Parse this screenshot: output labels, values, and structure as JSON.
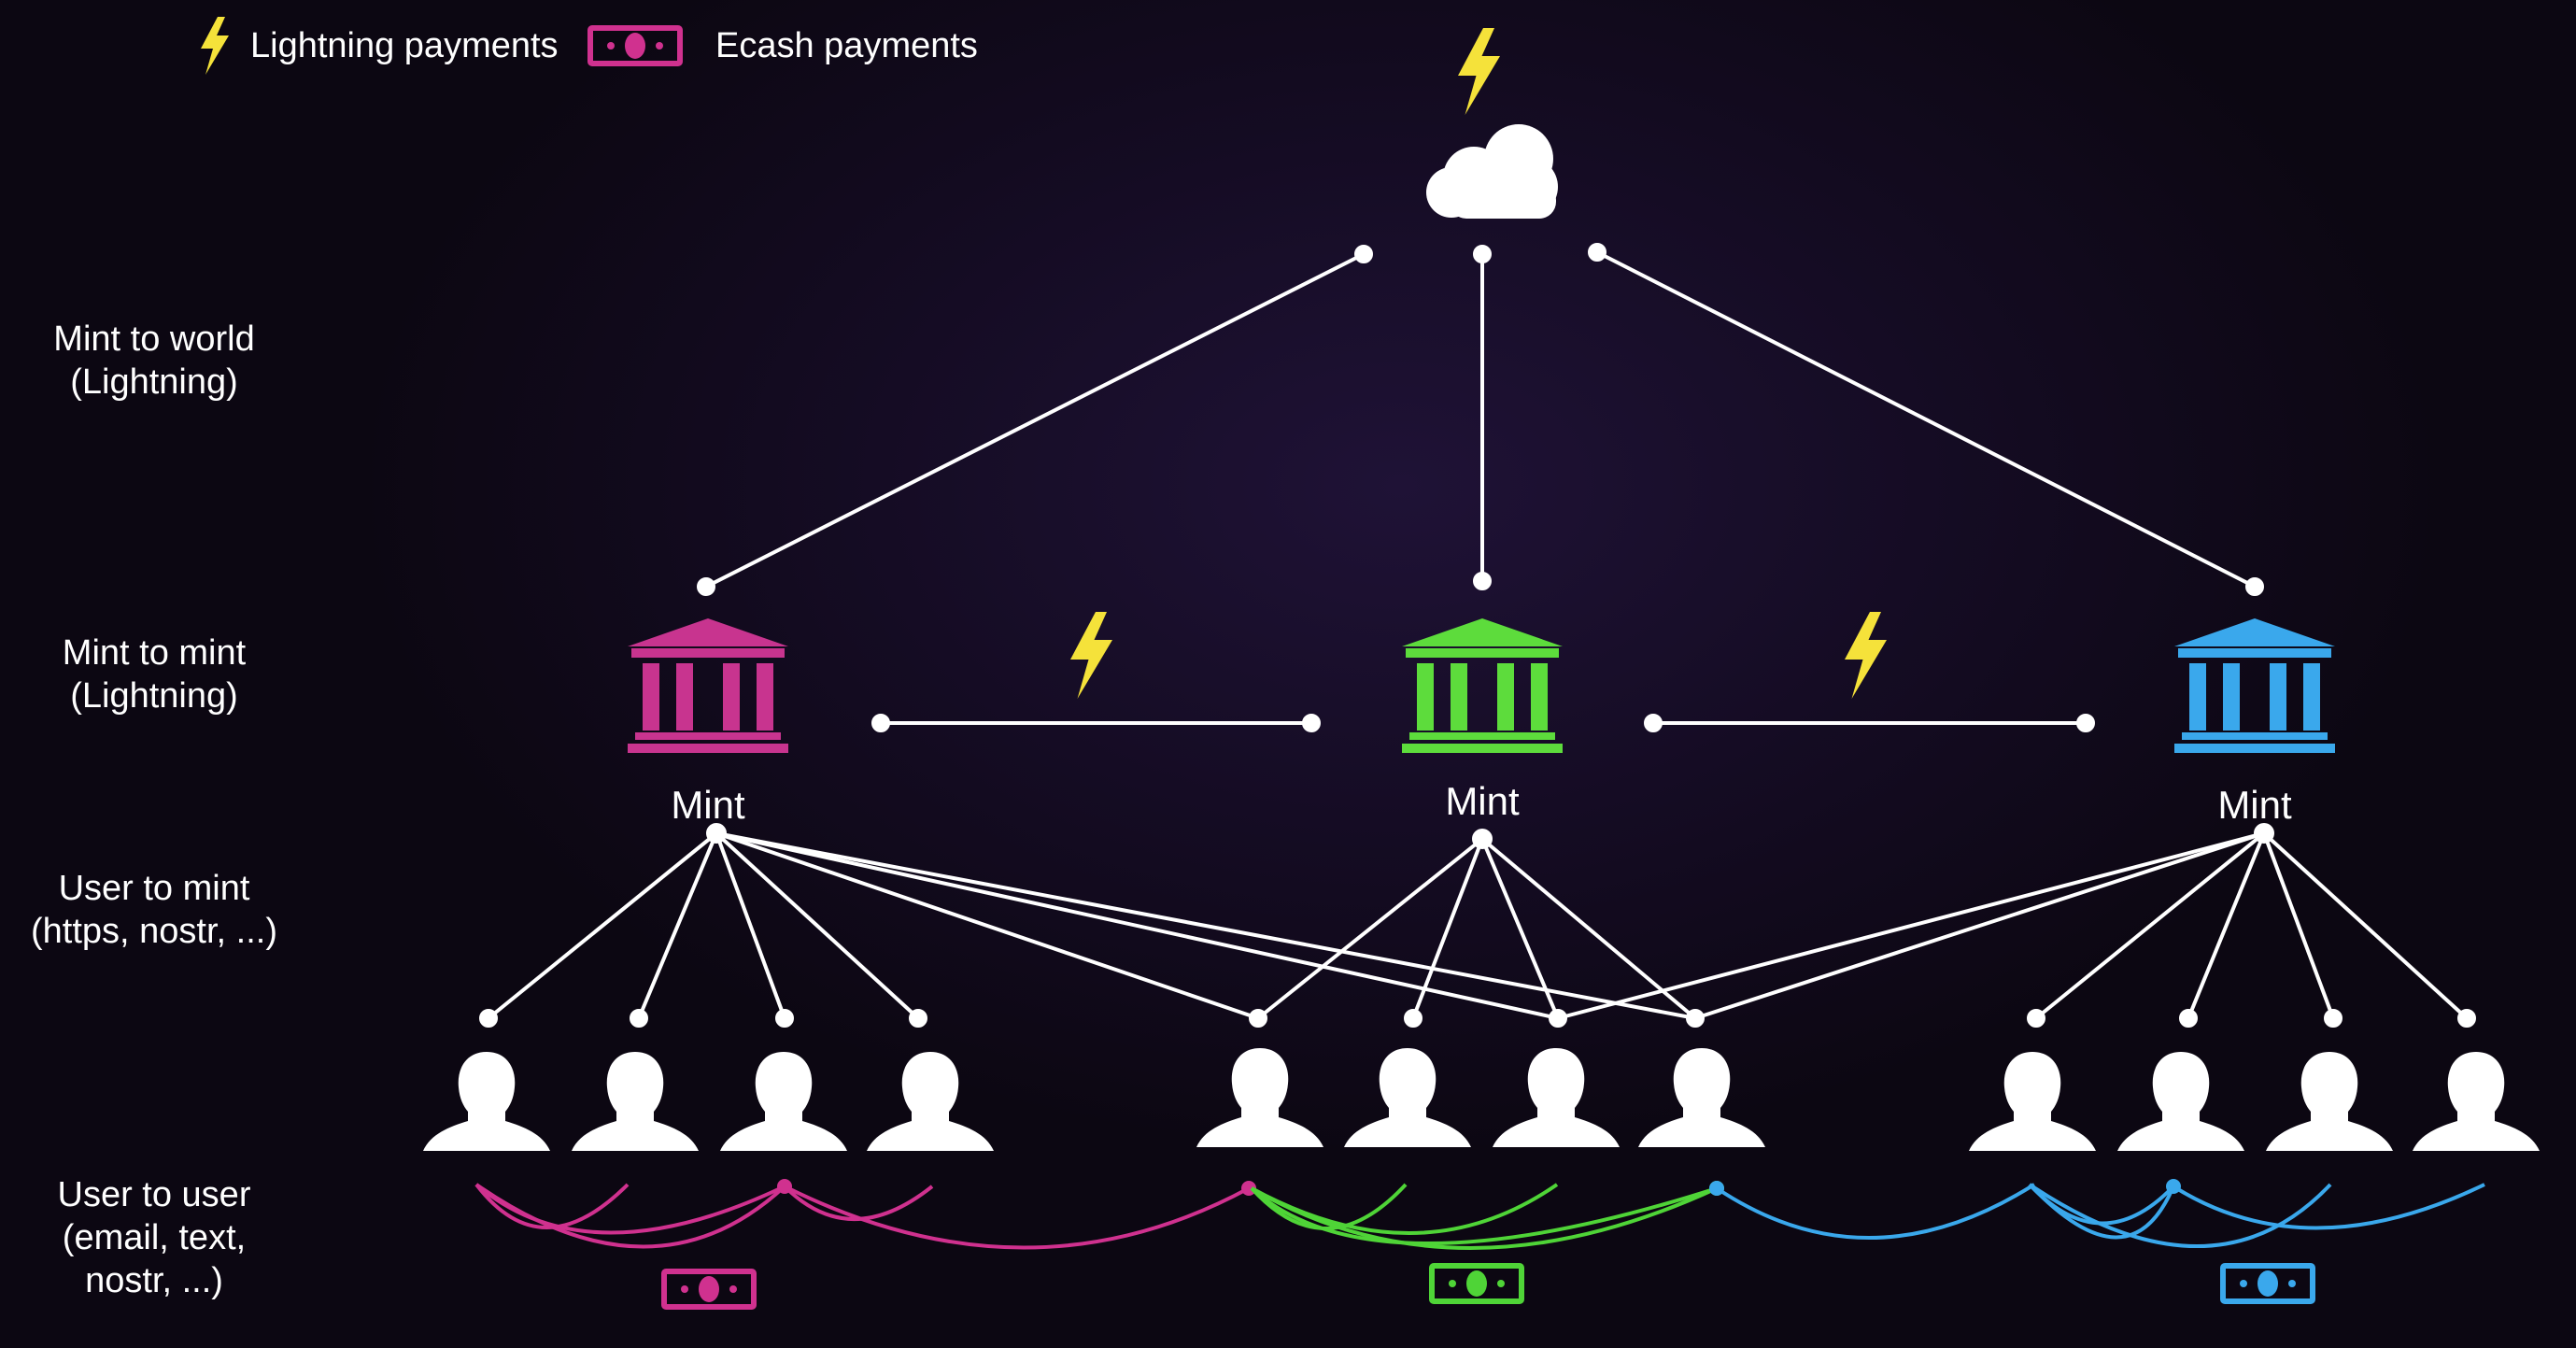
{
  "legend": {
    "lightning_label": "Lightning payments",
    "ecash_label": "Ecash payments"
  },
  "layers": [
    {
      "id": "mint-to-world",
      "text": "Mint to world\n(Lightning)"
    },
    {
      "id": "mint-to-mint",
      "text": "Mint to mint\n(Lightning)"
    },
    {
      "id": "user-to-mint",
      "text": "User to mint\n(https, nostr, ...)"
    },
    {
      "id": "user-to-user",
      "text": "User to user\n(email, text,\nnostr, ...)"
    }
  ],
  "mints": [
    {
      "label": "Mint",
      "color": "#c8348f"
    },
    {
      "label": "Mint",
      "color": "#5ddc3c"
    },
    {
      "label": "Mint",
      "color": "#3aa8ec"
    }
  ],
  "colors": {
    "lightning": "#f5e23a",
    "line": "#ffffff",
    "user_icon": "#ffffff",
    "ecash_magenta": "#d0318f",
    "ecash_green": "#4fd437",
    "ecash_blue": "#3aa8ec"
  },
  "icons": [
    "lightning-icon",
    "cloud-icon",
    "bank-icon",
    "user-icon",
    "banknote-icon"
  ]
}
